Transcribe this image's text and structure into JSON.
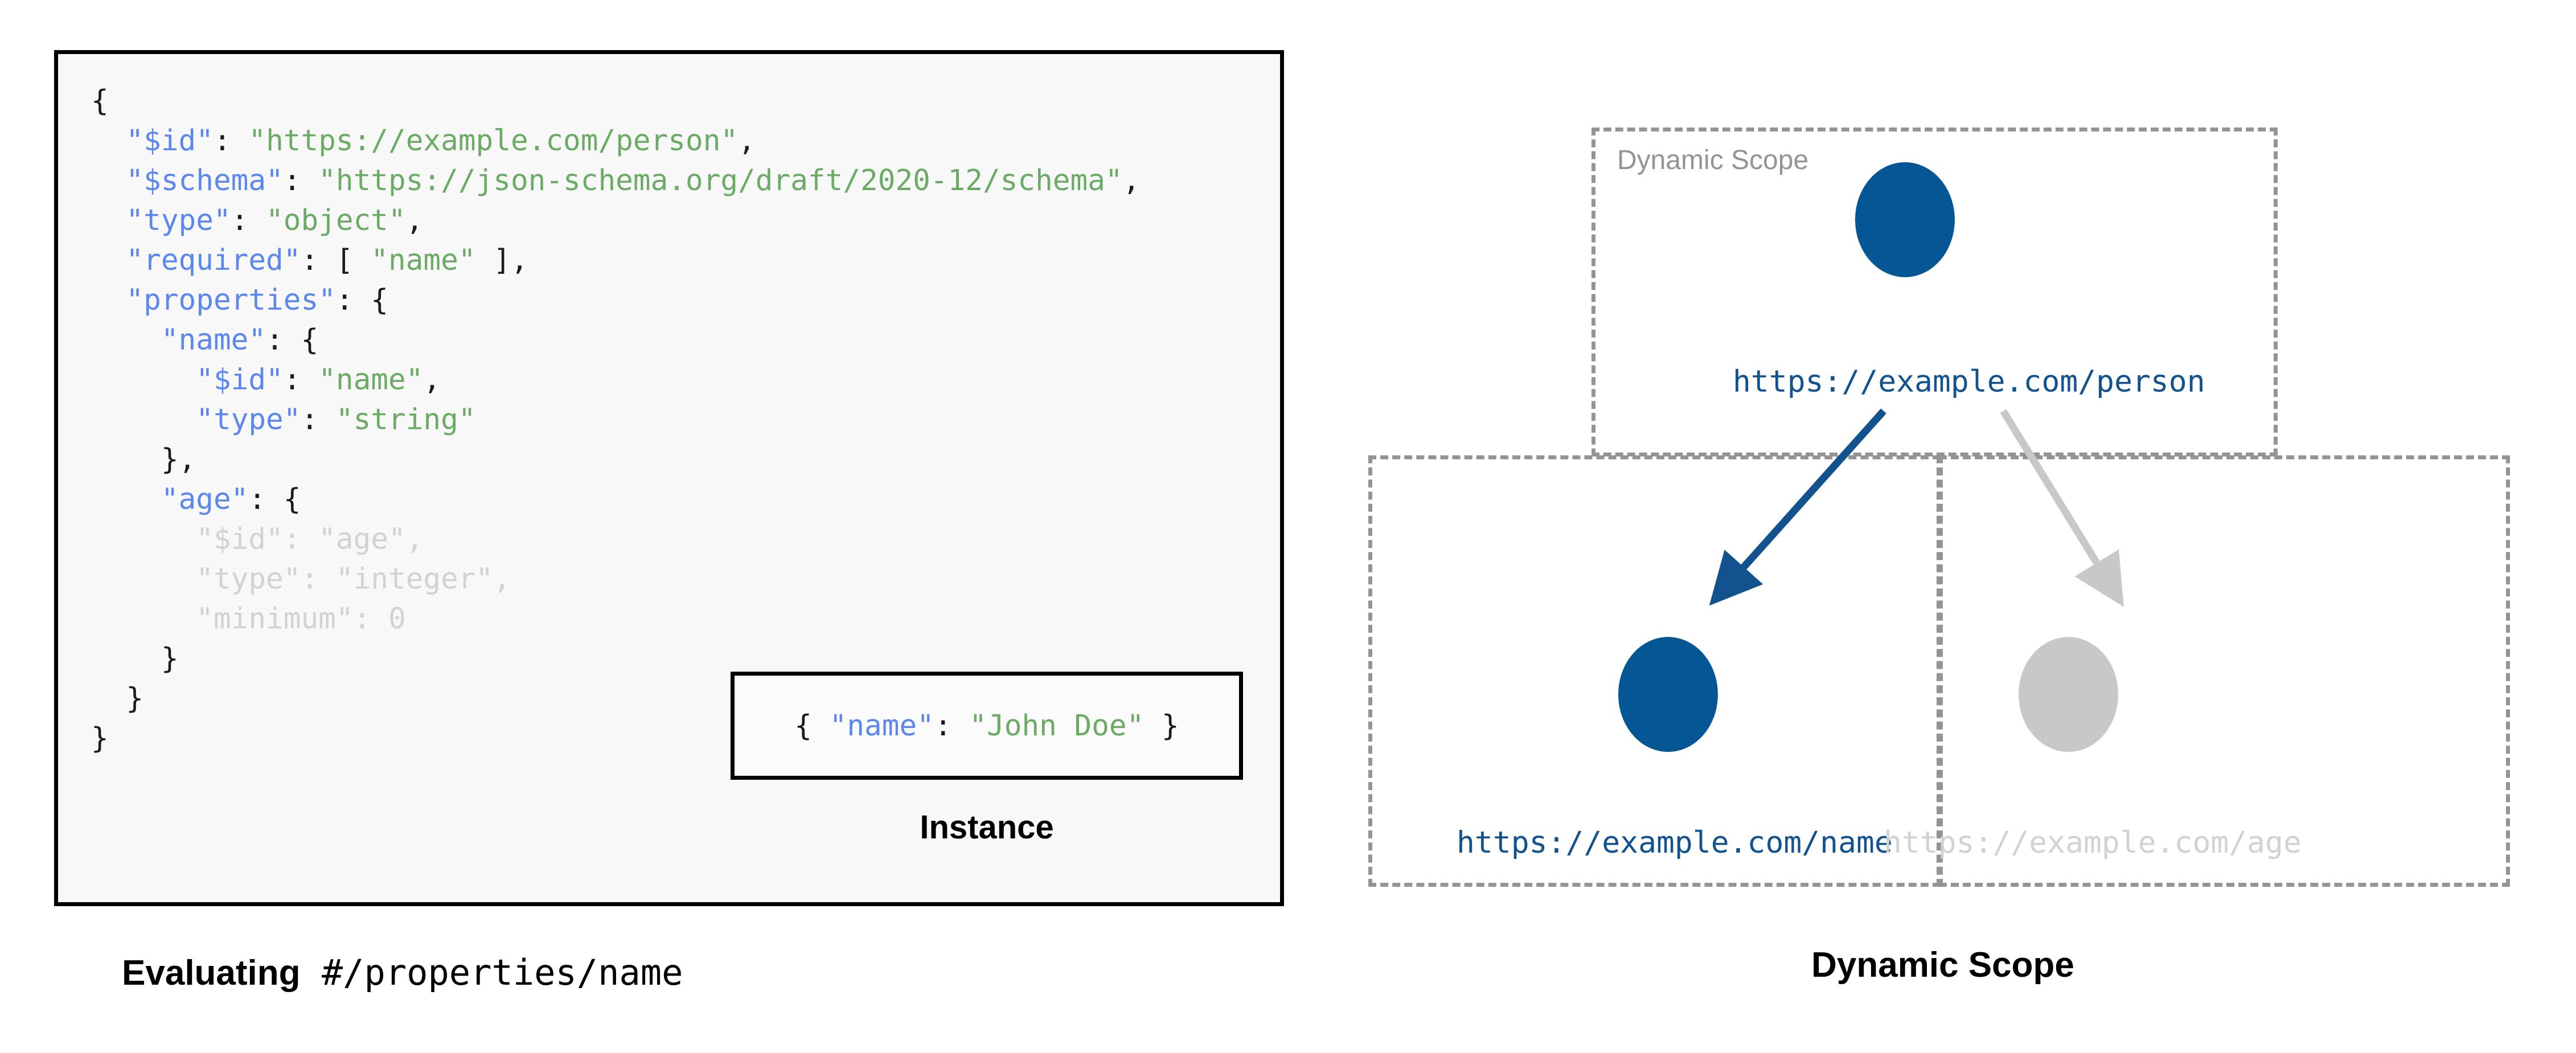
{
  "left": {
    "caption_bold": "Evaluating",
    "caption_mono": "#/properties/name",
    "code_lines": [
      {
        "dim": false,
        "parts": [
          {
            "t": "{",
            "c": "punct"
          }
        ]
      },
      {
        "dim": false,
        "parts": [
          {
            "t": "  ",
            "c": "punct"
          },
          {
            "t": "\"$id\"",
            "c": "key"
          },
          {
            "t": ": ",
            "c": "punct"
          },
          {
            "t": "\"https://example.com/person\"",
            "c": "str"
          },
          {
            "t": ",",
            "c": "punct"
          }
        ]
      },
      {
        "dim": false,
        "parts": [
          {
            "t": "  ",
            "c": "punct"
          },
          {
            "t": "\"$schema\"",
            "c": "key"
          },
          {
            "t": ": ",
            "c": "punct"
          },
          {
            "t": "\"https://json-schema.org/draft/2020-12/schema\"",
            "c": "str"
          },
          {
            "t": ",",
            "c": "punct"
          }
        ]
      },
      {
        "dim": false,
        "parts": [
          {
            "t": "  ",
            "c": "punct"
          },
          {
            "t": "\"type\"",
            "c": "key"
          },
          {
            "t": ": ",
            "c": "punct"
          },
          {
            "t": "\"object\"",
            "c": "str"
          },
          {
            "t": ",",
            "c": "punct"
          }
        ]
      },
      {
        "dim": false,
        "parts": [
          {
            "t": "  ",
            "c": "punct"
          },
          {
            "t": "\"required\"",
            "c": "key"
          },
          {
            "t": ": [ ",
            "c": "punct"
          },
          {
            "t": "\"name\"",
            "c": "str"
          },
          {
            "t": " ],",
            "c": "punct"
          }
        ]
      },
      {
        "dim": false,
        "parts": [
          {
            "t": "  ",
            "c": "punct"
          },
          {
            "t": "\"properties\"",
            "c": "key"
          },
          {
            "t": ": {",
            "c": "punct"
          }
        ]
      },
      {
        "dim": false,
        "parts": [
          {
            "t": "    ",
            "c": "punct"
          },
          {
            "t": "\"name\"",
            "c": "key"
          },
          {
            "t": ": {",
            "c": "punct"
          }
        ]
      },
      {
        "dim": false,
        "parts": [
          {
            "t": "      ",
            "c": "punct"
          },
          {
            "t": "\"$id\"",
            "c": "key"
          },
          {
            "t": ": ",
            "c": "punct"
          },
          {
            "t": "\"name\"",
            "c": "str"
          },
          {
            "t": ",",
            "c": "punct"
          }
        ]
      },
      {
        "dim": false,
        "parts": [
          {
            "t": "      ",
            "c": "punct"
          },
          {
            "t": "\"type\"",
            "c": "key"
          },
          {
            "t": ": ",
            "c": "punct"
          },
          {
            "t": "\"string\"",
            "c": "str"
          }
        ]
      },
      {
        "dim": false,
        "parts": [
          {
            "t": "    },",
            "c": "punct"
          }
        ]
      },
      {
        "dim": false,
        "parts": [
          {
            "t": "    ",
            "c": "punct"
          },
          {
            "t": "\"age\"",
            "c": "key"
          },
          {
            "t": ": {",
            "c": "punct"
          }
        ]
      },
      {
        "dim": true,
        "parts": [
          {
            "t": "      ",
            "c": "punct"
          },
          {
            "t": "\"$id\"",
            "c": "key"
          },
          {
            "t": ": ",
            "c": "punct"
          },
          {
            "t": "\"age\"",
            "c": "str"
          },
          {
            "t": ",",
            "c": "punct"
          }
        ]
      },
      {
        "dim": true,
        "parts": [
          {
            "t": "      ",
            "c": "punct"
          },
          {
            "t": "\"type\"",
            "c": "key"
          },
          {
            "t": ": ",
            "c": "punct"
          },
          {
            "t": "\"integer\"",
            "c": "str"
          },
          {
            "t": ",",
            "c": "punct"
          }
        ]
      },
      {
        "dim": true,
        "parts": [
          {
            "t": "      ",
            "c": "punct"
          },
          {
            "t": "\"minimum\"",
            "c": "key"
          },
          {
            "t": ": ",
            "c": "punct"
          },
          {
            "t": "0",
            "c": "num"
          }
        ]
      },
      {
        "dim": false,
        "parts": [
          {
            "t": "    }",
            "c": "punct"
          }
        ]
      },
      {
        "dim": false,
        "parts": [
          {
            "t": "  }",
            "c": "punct"
          }
        ]
      },
      {
        "dim": false,
        "parts": [
          {
            "t": "}",
            "c": "punct"
          }
        ]
      }
    ],
    "instance": {
      "caption": "Instance",
      "parts": [
        {
          "t": "{ ",
          "c": "punct"
        },
        {
          "t": "\"name\"",
          "c": "key"
        },
        {
          "t": ": ",
          "c": "punct"
        },
        {
          "t": "\"John Doe\"",
          "c": "str"
        },
        {
          "t": " }",
          "c": "punct"
        }
      ]
    }
  },
  "right": {
    "caption": "Dynamic Scope",
    "scope_label": "Dynamic Scope",
    "nodes": [
      {
        "id": "person",
        "label": "https://example.com/person",
        "state": "active"
      },
      {
        "id": "name",
        "label": "https://example.com/name",
        "state": "active"
      },
      {
        "id": "age",
        "label": "https://example.com/age",
        "state": "inactive"
      }
    ],
    "edges": [
      {
        "from": "person",
        "to": "name",
        "state": "active"
      },
      {
        "from": "person",
        "to": "age",
        "state": "inactive"
      }
    ]
  },
  "colors": {
    "accent_blue": "#055694",
    "label_blue": "#12528f",
    "inactive_grey": "#c8c8c8",
    "dim_grey": "#d2d2d2",
    "dash_grey": "#949494",
    "code_key": "#5b87ef",
    "code_string": "#6cab66",
    "code_bg": "#f8f8f8"
  }
}
